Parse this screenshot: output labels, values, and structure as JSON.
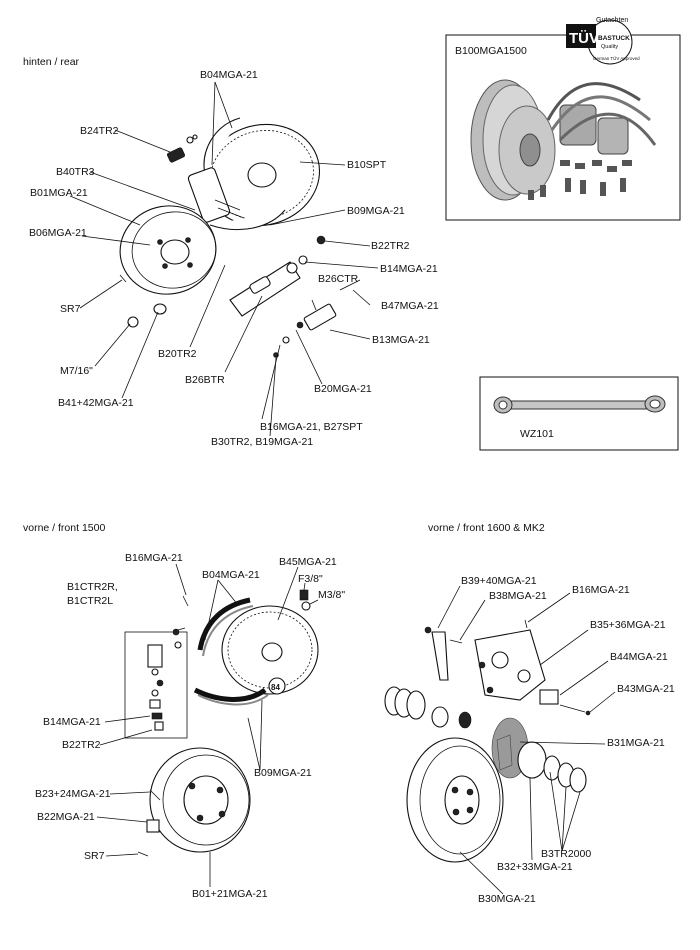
{
  "sections": {
    "rear": "hinten / rear",
    "front1500": "vorne / front 1500",
    "front1600": "vorne / front 1600 & MK2"
  },
  "kit": {
    "label": "B100MGA1500",
    "badge_tuv": "TÜV",
    "badge_gutachten": "Gutachten",
    "badge_bastuck": "BASTUCK",
    "badge_quality": "Quality",
    "badge_approved": "German TÜV Approved"
  },
  "tool": {
    "label": "WZ101"
  },
  "rear_labels": {
    "b04": "B04MGA-21",
    "b24": "B24TR2",
    "b40": "B40TR3",
    "b10": "B10SPT",
    "b01": "B01MGA-21",
    "b09": "B09MGA-21",
    "b06": "B06MGA-21",
    "b22": "B22TR2",
    "b14": "B14MGA-21",
    "b26ctr": "B26CTR",
    "sr7": "SR7",
    "b47": "B47MGA-21",
    "b13": "B13MGA-21",
    "b20tr2": "B20TR2",
    "m716": "M7/16\"",
    "b26btr": "B26BTR",
    "b20mga": "B20MGA-21",
    "b41": "B41+42MGA-21",
    "b16b27": "B16MGA-21, B27SPT",
    "b30b19": "B30TR2, B19MGA-21"
  },
  "front1500_labels": {
    "b16": "B16MGA-21",
    "b45": "B45MGA-21",
    "b04": "B04MGA-21",
    "f38": "F3/8\"",
    "b1ctr2r": "B1CTR2R,",
    "b1ctr2l": "B1CTR2L",
    "m38": "M3/8\"",
    "b14": "B14MGA-21",
    "b22": "B22TR2",
    "b09": "B09MGA-21",
    "b2324": "B23+24MGA-21",
    "b22mga": "B22MGA-21",
    "sr7": "SR7",
    "b0121": "B01+21MGA-21",
    "num84": "84"
  },
  "front1600_labels": {
    "b3940": "B39+40MGA-21",
    "b38": "B38MGA-21",
    "b16": "B16MGA-21",
    "b3536": "B35+36MGA-21",
    "b44": "B44MGA-21",
    "b43": "B43MGA-21",
    "b31": "B31MGA-21",
    "b3tr": "B3TR2000",
    "b3233": "B32+33MGA-21",
    "b30": "B30MGA-21"
  }
}
